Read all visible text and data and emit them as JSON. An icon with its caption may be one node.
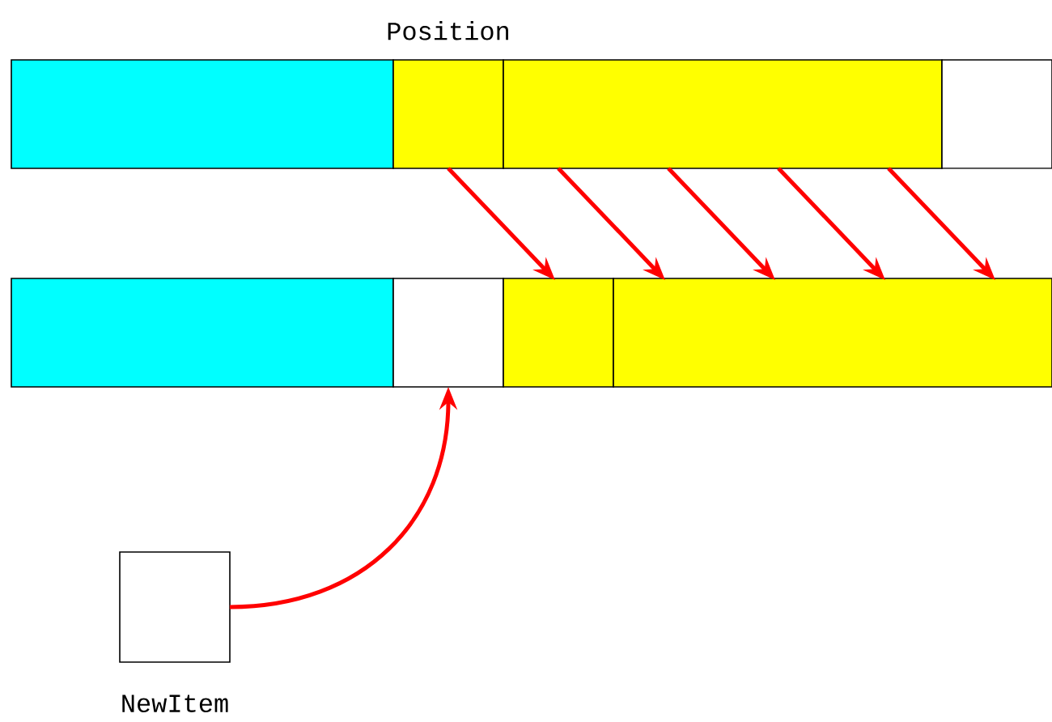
{
  "diagram": {
    "nodes": [
      {
        "text": [],
        "shape": "box"
      },
      {
        "text": [
          "Position"
        ]
      },
      {
        "text": [],
        "shape": "box"
      },
      {
        "text": [],
        "shape": "box"
      },
      {
        "text": [],
        "shape": "box"
      },
      {
        "text": [],
        "shape": "box"
      },
      {
        "text": [],
        "shape": "box"
      },
      {
        "text": [],
        "shape": "box"
      },
      {
        "text": [
          "NewItem"
        ]
      }
    ],
    "edges": [
      {
        "from": 1,
        "to": 6,
        "arrow": "to"
      },
      {
        "from": 2,
        "to": 7,
        "arrow": "to"
      },
      {
        "from": 2,
        "to": 7,
        "arrow": "to"
      },
      {
        "from": 2,
        "to": 7,
        "arrow": "to"
      },
      {
        "from": 2,
        "to": 7,
        "arrow": "to"
      },
      {
        "from": 8,
        "to": 5,
        "arrow": "to"
      }
    ]
  }
}
